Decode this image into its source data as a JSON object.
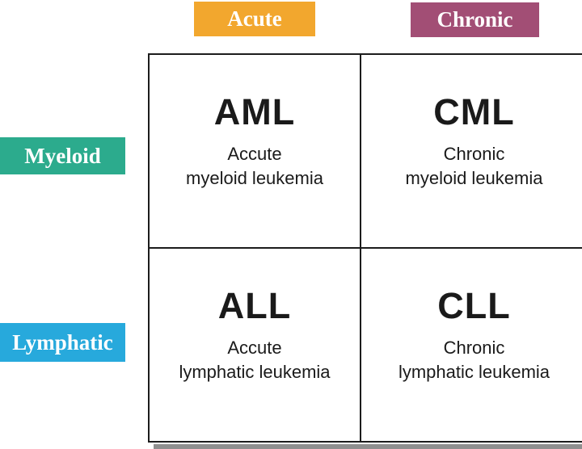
{
  "columns": [
    {
      "label": "Acute",
      "color": "#F2A72E"
    },
    {
      "label": "Chronic",
      "color": "#A24E75"
    }
  ],
  "rows": [
    {
      "label": "Myeloid",
      "color": "#2CAB8D"
    },
    {
      "label": "Lymphatic",
      "color": "#27A9DC"
    }
  ],
  "cells": [
    {
      "acronym": "AML",
      "desc_line1": "Accute",
      "desc_line2": "myeloid leukemia"
    },
    {
      "acronym": "CML",
      "desc_line1": "Chronic",
      "desc_line2": "myeloid leukemia"
    },
    {
      "acronym": "ALL",
      "desc_line1": "Accute",
      "desc_line2": "lymphatic leukemia"
    },
    {
      "acronym": "CLL",
      "desc_line1": "Chronic",
      "desc_line2": "lymphatic leukemia"
    }
  ],
  "colors": {
    "grid_border": "#1c1c1c",
    "cell_text": "#1a1a1a",
    "label_text": "#ffffff",
    "shadow": "#8f8f8f",
    "background": "#ffffff"
  }
}
